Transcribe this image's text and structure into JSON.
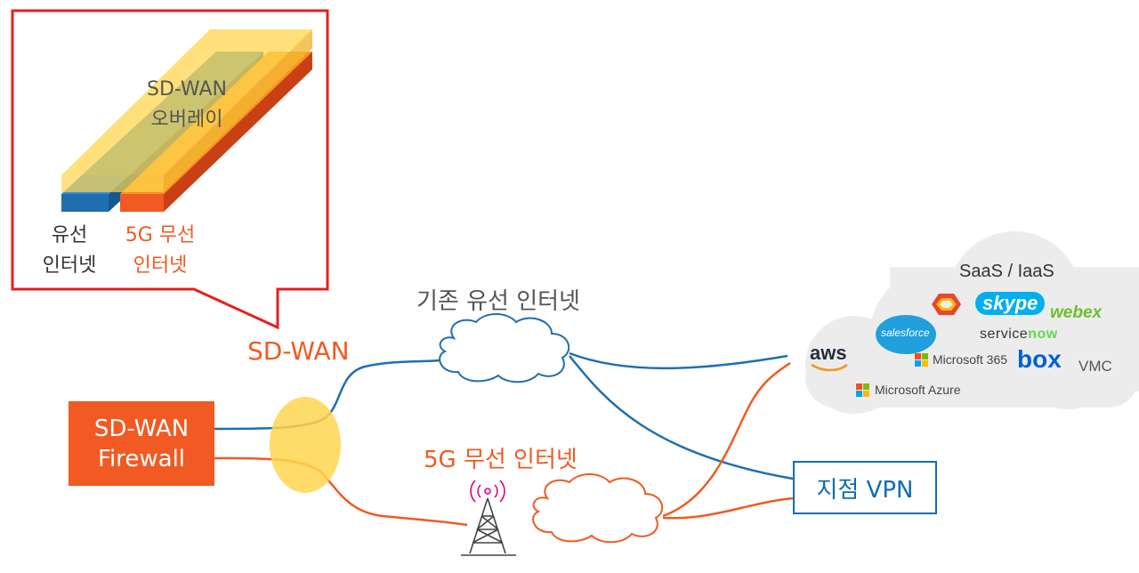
{
  "callout": {
    "overlay_label_line1": "SD-WAN",
    "overlay_label_line2": "오버레이",
    "wired_label_line1": "유선",
    "wired_label_line2": "인터넷",
    "wireless_label_line1": "5G 무선",
    "wireless_label_line2": "인터넷"
  },
  "sdwan_label": "SD-WAN",
  "wired_cloud_label": "기존 유선 인터넷",
  "wireless_label": "5G 무선 인터넷",
  "firewall": {
    "line1": "SD-WAN",
    "line2": "Firewall"
  },
  "branch_vpn": "지점 VPN",
  "saas_cloud": {
    "title": "SaaS / IaaS",
    "logos": {
      "skype": "skype",
      "webex": "webex",
      "salesforce": "salesforce",
      "servicenow_a": "service",
      "servicenow_b": "now",
      "aws": "aws",
      "microsoft365": "Microsoft 365",
      "box": "box",
      "vmc": "VMC",
      "azure": "Microsoft Azure"
    }
  },
  "colors": {
    "accent_orange": "#f15a22",
    "wired_blue": "#1f6fb0",
    "callout_red": "#e5201f",
    "overlay_yellow": "#ffd54f",
    "cloud_gray": "#ececec"
  }
}
